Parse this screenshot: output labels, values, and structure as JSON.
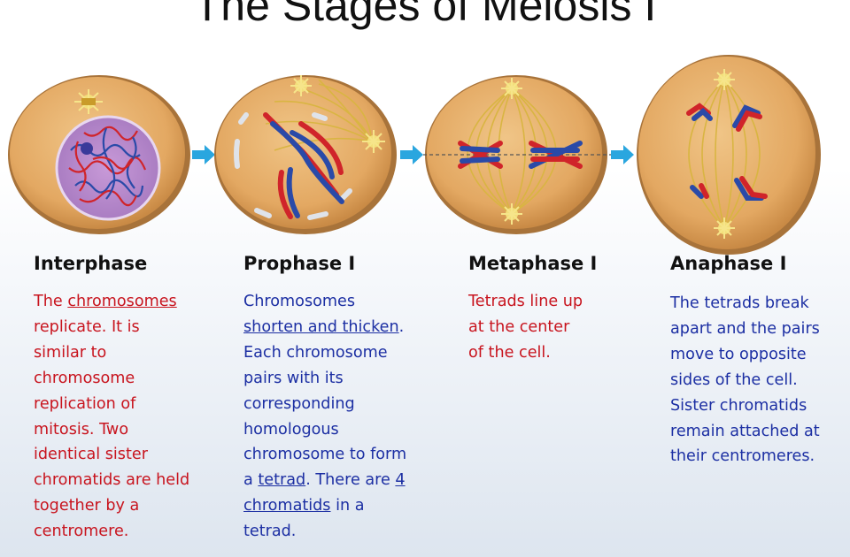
{
  "title": "The Stages of Meiosis I",
  "colors": {
    "cell_fill": "#e6b06e",
    "cell_rim": "#a8733a",
    "chromosome_red": "#d0242a",
    "chromosome_blue": "#2a4aa8",
    "spindle": "#d9b542",
    "arrow": "#2aa6df",
    "text_red": "#c8141e",
    "text_blue": "#1c2fa3"
  },
  "stages": [
    {
      "name": "Interphase",
      "lines": [
        [
          "The ",
          "chromosomes"
        ],
        [
          "replicate.  It is"
        ],
        [
          "similar to"
        ],
        [
          "chromosome"
        ],
        [
          "replication of"
        ],
        [
          "mitosis.  Two"
        ],
        [
          "identical sister"
        ],
        [
          "chromatids are held"
        ],
        [
          "together by a"
        ],
        [
          "centromere."
        ]
      ]
    },
    {
      "name": "Prophase I",
      "lines": [
        [
          "Chromosomes"
        ],
        [
          "shorten and thicken",
          "."
        ],
        [
          "Each chromosome"
        ],
        [
          "pairs with its"
        ],
        [
          "corresponding"
        ],
        [
          "homologous"
        ],
        [
          "chromosome to form"
        ],
        [
          "a ",
          "tetrad",
          ".  There are ",
          "4"
        ],
        [
          "chromatids",
          " in a"
        ],
        [
          "tetrad."
        ]
      ]
    },
    {
      "name": "Metaphase I",
      "lines": [
        [
          "Tetrads line up"
        ],
        [
          "at the center"
        ],
        [
          "of the cell."
        ]
      ]
    },
    {
      "name": "Anaphase I",
      "lines": [
        [
          "The tetrads break"
        ],
        [
          "apart and the pairs"
        ],
        [
          "move to opposite"
        ],
        [
          "sides of the cell."
        ],
        [
          "Sister chromatids"
        ],
        [
          "remain attached at"
        ],
        [
          "their centromeres."
        ]
      ]
    }
  ]
}
